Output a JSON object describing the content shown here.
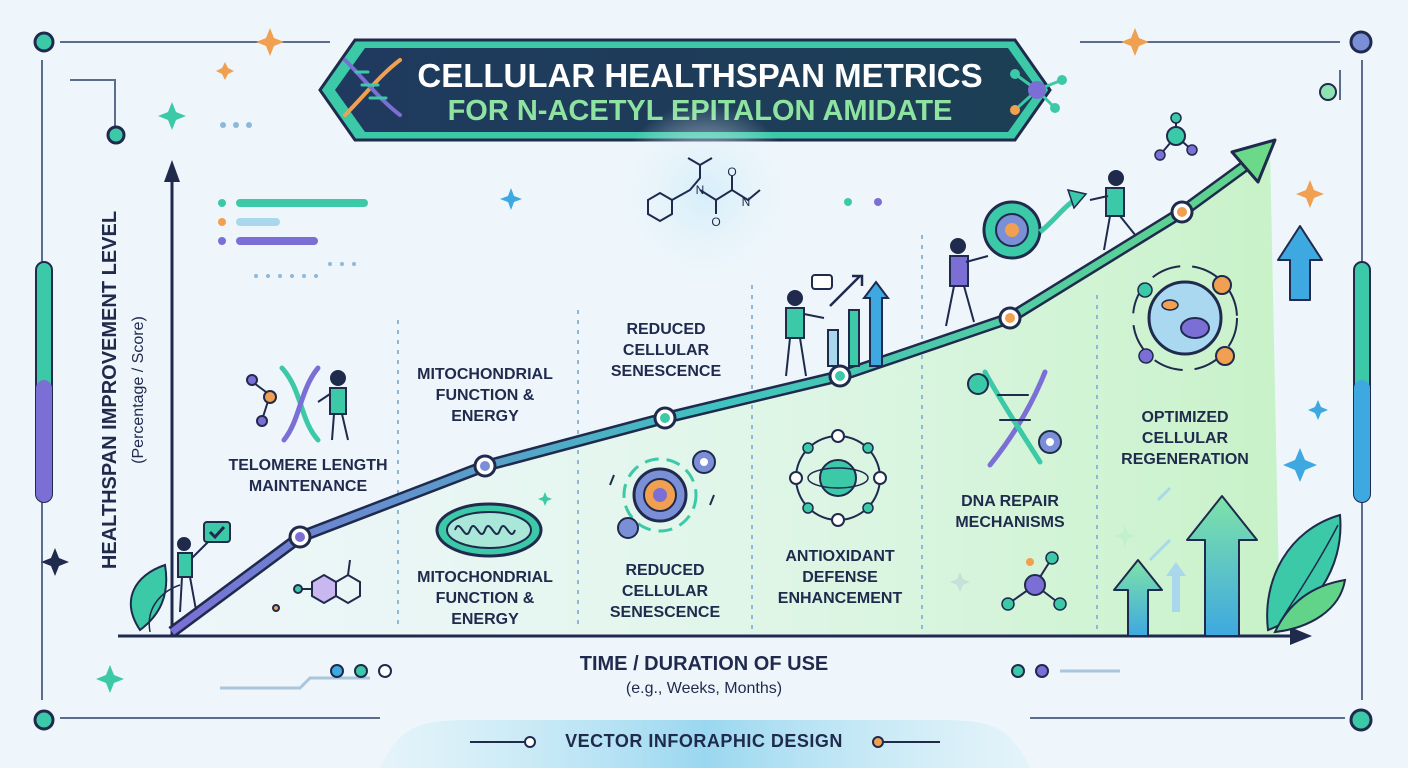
{
  "header": {
    "title_line1": "CELLULAR HEALTHSPAN METRICS",
    "title_line2": "FOR N-ACETYL EPITALON AMIDATE"
  },
  "axes": {
    "y_title": "HEALTHSPAN IMPROVEMENT LEVEL",
    "y_subtitle": "(Percentage / Score)",
    "x_title": "TIME / DURATION OF USE",
    "x_subtitle": "(e.g., Weeks, Months)"
  },
  "stages": {
    "telomere": "TELOMERE LENGTH MAINTENANCE",
    "mito_upper": "MITOCHONDRIAL FUNCTION & ENERGY",
    "mito_lower": "MITOCHONDRIAL FUNCTION & ENERGY",
    "senescence_upper": "REDUCED CELLULAR SENESCENCE",
    "senescence_lower": "REDUCED CELLULAR SENESCENCE",
    "antioxidant": "ANTIOXIDANT DEFENSE ENHANCEMENT",
    "dna_repair": "DNA REPAIR MECHANISMS",
    "regeneration": "OPTIMIZED CELLULAR REGENERATION"
  },
  "molecule_labels": {
    "n_atom_1": "N",
    "n_atom_2": "N",
    "o_atom_1": "O",
    "o_atom_2": "O"
  },
  "footer": {
    "label": "VECTOR INFORAPHIC DESIGN"
  },
  "colors": {
    "navy": "#1f2a4d",
    "teal": "#3cc9a8",
    "purple": "#7b6fd6",
    "orange": "#f0a050",
    "mint": "#b8f0c8",
    "background": "#eef6fb"
  },
  "icons": [
    "dna-icon",
    "molecule-icon",
    "mitochondria-icon",
    "gear-icon",
    "cell-icon",
    "atom-icon",
    "arrow-up-icon",
    "leaf-icon",
    "person-icon"
  ]
}
